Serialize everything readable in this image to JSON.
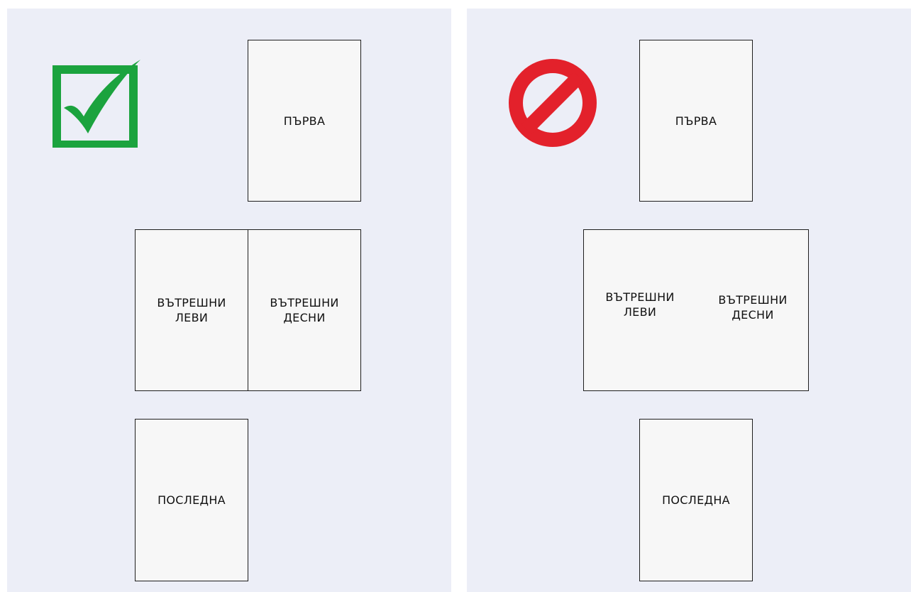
{
  "colors": {
    "panel_background": "#eceef7",
    "page_fill": "#f7f7f7",
    "page_border": "#1e1e1e",
    "correct_icon": "#1ba33e",
    "wrong_icon": "#e3212b"
  },
  "correct_layout": {
    "icon": "checkbox-checkmark-icon",
    "first_page": "ПЪРВА",
    "inner_left": "ВЪТРЕШНИ\nЛЕВИ",
    "inner_right": "ВЪТРЕШНИ\nДЕСНИ",
    "last_page": "ПОСЛЕДНА"
  },
  "wrong_layout": {
    "icon": "prohibited-icon",
    "first_page": "ПЪРВА",
    "inner_left": "ВЪТРЕШНИ\nЛЕВИ",
    "inner_right": "ВЪТРЕШНИ\nДЕСНИ",
    "last_page": "ПОСЛЕДНА"
  }
}
